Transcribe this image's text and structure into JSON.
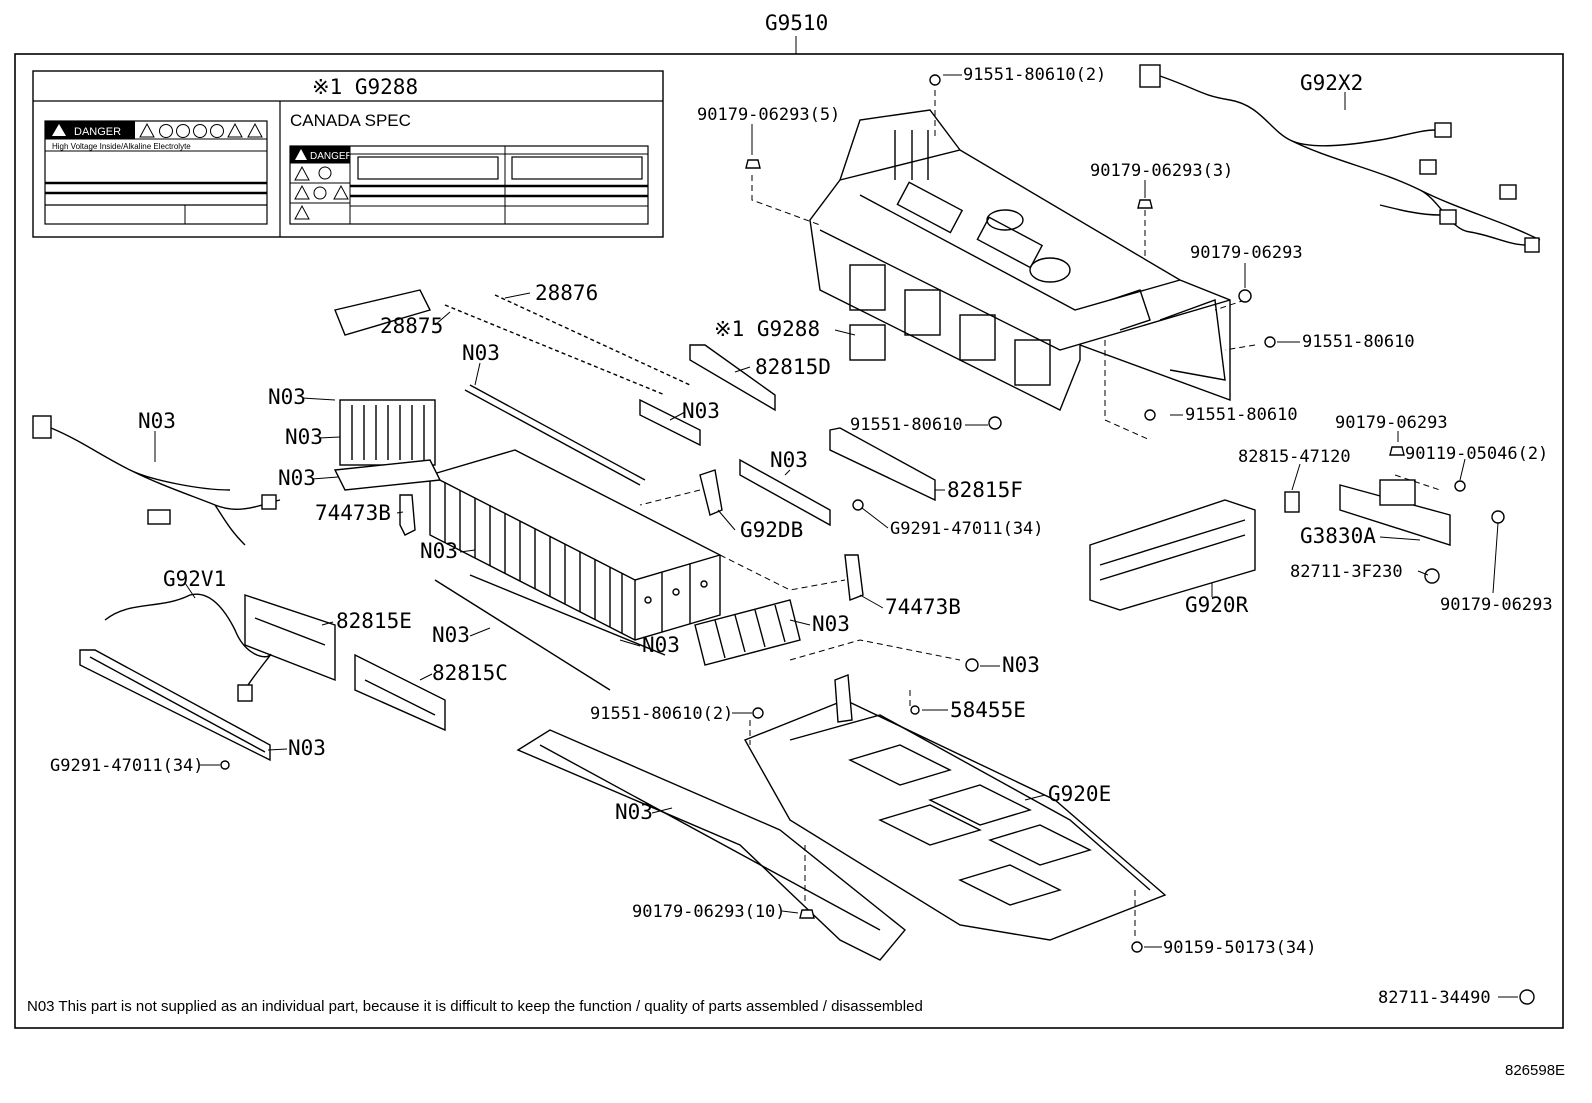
{
  "assembly_label": "G9510",
  "drawing_number": "826598E",
  "footnote": "N03 This part is not supplied as an individual part, because it is difficult to keep the function / quality of parts assembled / disassembled",
  "label_box": {
    "title": "※1 G9288",
    "warning_word": "DANGER",
    "warning_line": "High Voltage Inside/Alkaline Electrolyte",
    "canada_heading": "CANADA SPEC",
    "canada_warning_word": "DANGER"
  },
  "callouts": {
    "c1": "91551-80610(2)",
    "c2": "90179-06293(5)",
    "c3": "G92X2",
    "c4": "90179-06293(3)",
    "c5": "90179-06293",
    "c6": "※1 G9288",
    "c7": "91551-80610",
    "c8": "28876",
    "c9": "28875",
    "c10": "N03",
    "c11": "82815D",
    "c12": "N03",
    "c13": "N03",
    "c14": "N03",
    "c15": "N03",
    "c16": "N03",
    "c17": "91551-80610",
    "c18": "91551-80610",
    "c19": "90179-06293",
    "c20": "82815-47120",
    "c21": "90119-05046(2)",
    "c22": "N03",
    "c23": "82815F",
    "c24": "74473B",
    "c25": "G92DB",
    "c26": "G9291-47011(34)",
    "c27": "G3830A",
    "c28": "N03",
    "c29": "82711-3F230",
    "c30": "G920R",
    "c31": "G92V1",
    "c32": "82815E",
    "c33": "74473B",
    "c34": "90179-06293",
    "c35": "N03",
    "c36": "N03",
    "c37": "N03",
    "c38": "N03",
    "c39": "82815C",
    "c40": "91551-80610(2)",
    "c41": "58455E",
    "c42": "N03",
    "c43": "G9291-47011(34)",
    "c44": "G920E",
    "c45": "N03",
    "c46": "90179-06293(10)",
    "c47": "90159-50173(34)",
    "c48": "82711-34490"
  }
}
